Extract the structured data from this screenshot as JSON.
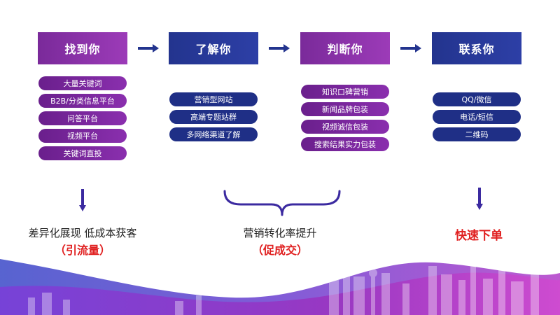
{
  "steps": [
    {
      "title": "找到你",
      "items": [
        "大量关键词",
        "B2B/分类信息平台",
        "问答平台",
        "视频平台",
        "关键词直投"
      ]
    },
    {
      "title": "了解你",
      "items": [
        "营销型网站",
        "高端专题站群",
        "多网络渠道了解"
      ]
    },
    {
      "title": "判断你",
      "items": [
        "知识口碑营销",
        "新闻品牌包装",
        "视频诚信包装",
        "搜索结果实力包装"
      ]
    },
    {
      "title": "联系你",
      "items": [
        "QQ/微信",
        "电话/短信",
        "二维码"
      ]
    }
  ],
  "outcomes": {
    "left": {
      "line1": "差异化展现  低成本获客",
      "line2": "（引流量）"
    },
    "middle": {
      "line1": "营销转化率提升",
      "line2": "（促成交）"
    },
    "right": {
      "line1": "快速下单"
    }
  },
  "colors": {
    "purple": "#8a2fae",
    "blue": "#23348e",
    "red": "#e02020"
  }
}
